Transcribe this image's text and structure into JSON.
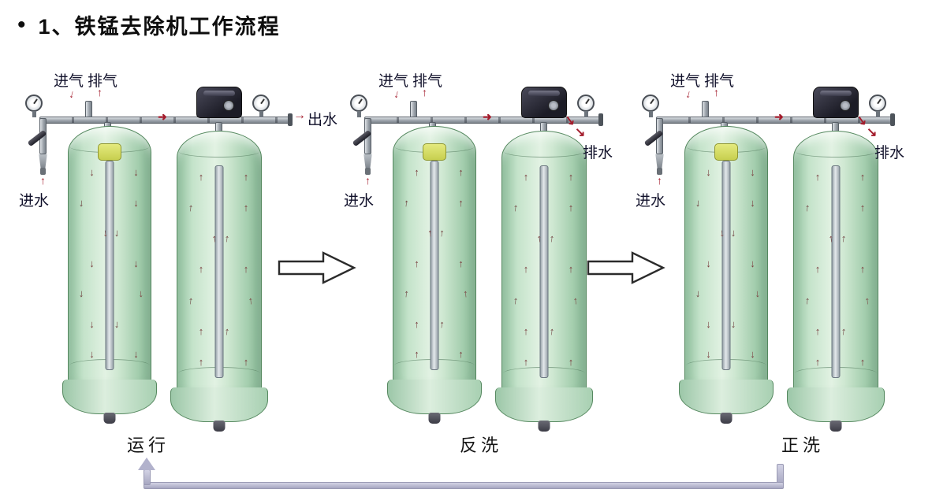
{
  "title": {
    "bullet": "•",
    "text": "1、铁锰去除机工作流程"
  },
  "stages": [
    {
      "name": "运行",
      "air_in": "进气",
      "air_out": "排气",
      "water_in": "进水",
      "water_out": "出水",
      "tanks": [
        {
          "flow": "down"
        },
        {
          "flow": "up"
        }
      ]
    },
    {
      "name": "反洗",
      "air_in": "进气",
      "air_out": "排气",
      "water_in": "进水",
      "drain": "排水",
      "tanks": [
        {
          "flow": "up"
        },
        {
          "flow": "up"
        }
      ]
    },
    {
      "name": "正洗",
      "air_in": "进气",
      "air_out": "排气",
      "water_in": "进水",
      "drain": "排水",
      "tanks": [
        {
          "flow": "down"
        },
        {
          "flow": "up"
        }
      ]
    }
  ],
  "icons": {
    "air_in_arrow": "↓",
    "air_out_arrow": "↑",
    "inlet_arrow": "↑",
    "outlet_arrow": "→",
    "drain_arrow": "↘",
    "pipe_arrow": "➜",
    "flow_up": "↑",
    "flow_down": "↓"
  },
  "colors": {
    "arrow_red": "#a31c2c",
    "media_arrow": "#7c4141",
    "tank_green": "#cfe8d2",
    "pipe_gray": "#9aa1a9",
    "return_line": "#b2b2cc"
  }
}
